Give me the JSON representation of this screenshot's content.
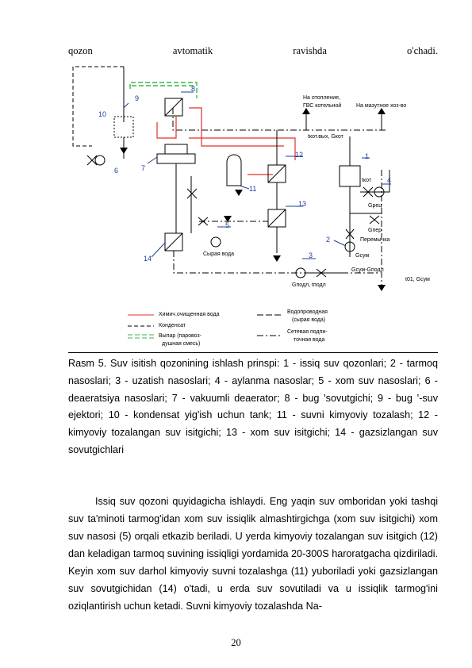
{
  "top_line": "qozon avtomatik ravishda o'chadi.",
  "diagram": {
    "numbers": [
      "1",
      "2",
      "3",
      "4",
      "5",
      "6",
      "7",
      "8",
      "9",
      "10",
      "11",
      "12",
      "13",
      "14"
    ],
    "labels": {
      "heating": "На отопление,",
      "gvs": "ГВС котельной",
      "mazut": "На мазутное хоз-во",
      "tkot_out": "tкот.вых, Gкот",
      "tkot": "tкот",
      "grech": "Gрец",
      "gper": "Gпер",
      "bridge": "Перемычка",
      "gsum": "Gсум",
      "gsum_gpodl": "Gсум-Gподл",
      "raw_water": "Сырая вода",
      "gpodl": "Gподл, tподл",
      "t01": "t01, Gсум"
    },
    "legend": {
      "chem_water": "Химич.очищенная вода",
      "condensate": "Конденсат",
      "vent_1": "Выпар (паровоз-",
      "vent_2": "душная смесь)",
      "tap_water_1": "Водопроводная",
      "tap_water_2": "(сырая вода)",
      "net_makeup_1": "Сетевая подпи-",
      "net_makeup_2": "точная вода"
    },
    "colors": {
      "steam_red": "#e0302a",
      "vent_green": "#39b54a",
      "leader_blue": "#1c3f94",
      "line": "#000000"
    }
  },
  "caption": "Rasm 5. Suv isitish qozonining ishlash prinspi: 1 - issiq suv qozonlari; 2 - tarmoq nasoslari; 3 - uzatish nasoslari; 4 - aylanma nasoslar; 5 - xom suv nasoslari; 6 - deaeratsiya nasoslari; 7 - vakuumli deaerator; 8 - bug 'sovutgichi; 9 - bug '-suv ejektori; 10 - kondensat yig'ish uchun tank; 11 - suvni kimyoviy tozalash; 12 - kimyoviy tozalangan suv isitgichi; 13 - xom suv isitgichi; 14 - gazsizlangan suv sovutgichlari",
  "body": "Issiq suv qozoni quyidagicha ishlaydi. Eng yaqin suv omboridan yoki tashqi suv ta'minoti tarmog'idan xom suv issiqlik almashtirgichga (xom suv isitgichi) xom suv nasosi (5) orqali etkazib beriladi. U yerda kimyoviy tozalangan suv isitgich (12) dan keladigan tarmoq suvining issiqligi yordamida 20-300S haroratgacha qizdiriladi. Keyin xom suv darhol kimyoviy suvni tozalashga (11) yuboriladi yoki gazsizlangan suv sovutgichidan (14) o'tadi, u erda suv sovutiladi va u issiqlik tarmog'ini oziqlantirish uchun ketadi. Suvni kimyoviy tozalashda Na-",
  "page_number": "20"
}
